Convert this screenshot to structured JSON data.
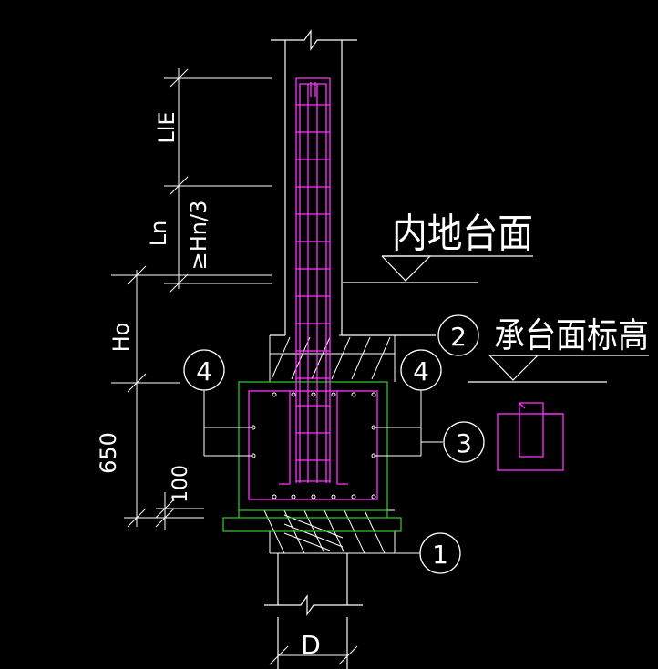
{
  "colors": {
    "background": "#000000",
    "line": "#ffffff",
    "rebar": "#ff33ff",
    "cap": "#33cc33"
  },
  "labels": {
    "lle": "LlE",
    "ln": "Ln",
    "hn3": "≥Hn/3",
    "ho": "Ho",
    "d650": "650",
    "d100": "100",
    "d_width": "D",
    "floor_text": "内地台面",
    "cap_top_text": "承台面标高"
  },
  "callouts": {
    "c1": "1",
    "c2": "2",
    "c3": "3",
    "c4_left": "4",
    "c4_right": "4"
  }
}
